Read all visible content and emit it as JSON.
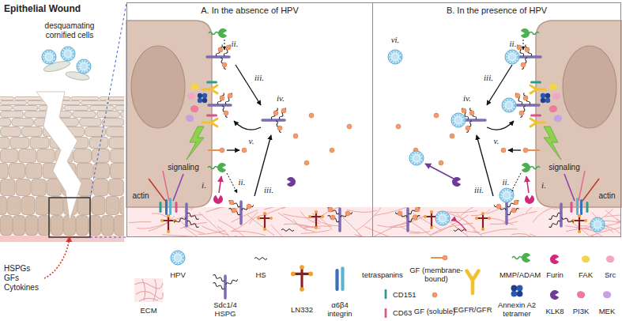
{
  "diagram": {
    "title": "Epithelial Wound",
    "nodes": [
      {
        "text": [
          "A. In the absence of HPV"
        ]
      },
      {
        "text": [
          "B. In the presence of HPV"
        ]
      }
    ],
    "labels": [
      "desquamating cornified cells",
      "HSPGs",
      "GFs",
      "Cytokines",
      "signaling",
      "actin",
      "ii.",
      "iii.",
      "iv.",
      "v.",
      "i.",
      "ii.",
      "iii.",
      "vi.",
      "signaling",
      "actin",
      "ii.",
      "iii.",
      "iv.",
      "v.",
      "i.",
      "ii.",
      "iii.",
      "tetraspanins"
    ],
    "legend": [
      {
        "text": "HPV"
      },
      {
        "text": "Sdc1/4 HSPG"
      },
      {
        "text": "HS"
      },
      {
        "text": "LN332"
      },
      {
        "text": "α6β4 integrin"
      },
      {
        "text": "CD151"
      },
      {
        "text": "CD63"
      },
      {
        "text": "GF (membrane-bound)"
      },
      {
        "text": "GF (soluble)"
      },
      {
        "text": "EGFR/GFR"
      },
      {
        "text": "MMP/ADAM"
      },
      {
        "text": "Annexin A2 tetramer"
      },
      {
        "text": "Furin",
        "color": "#d0287a"
      },
      {
        "text": "FAK",
        "color": "#f5d44b"
      },
      {
        "text": "Src",
        "color": "#f4a6c3"
      },
      {
        "text": "KLK8",
        "color": "#6e3b98"
      },
      {
        "text": "PI3K",
        "color": "#ee7b9a"
      },
      {
        "text": "MEK",
        "color": "#c6a1e6"
      },
      {
        "text": "ECM"
      }
    ]
  }
}
